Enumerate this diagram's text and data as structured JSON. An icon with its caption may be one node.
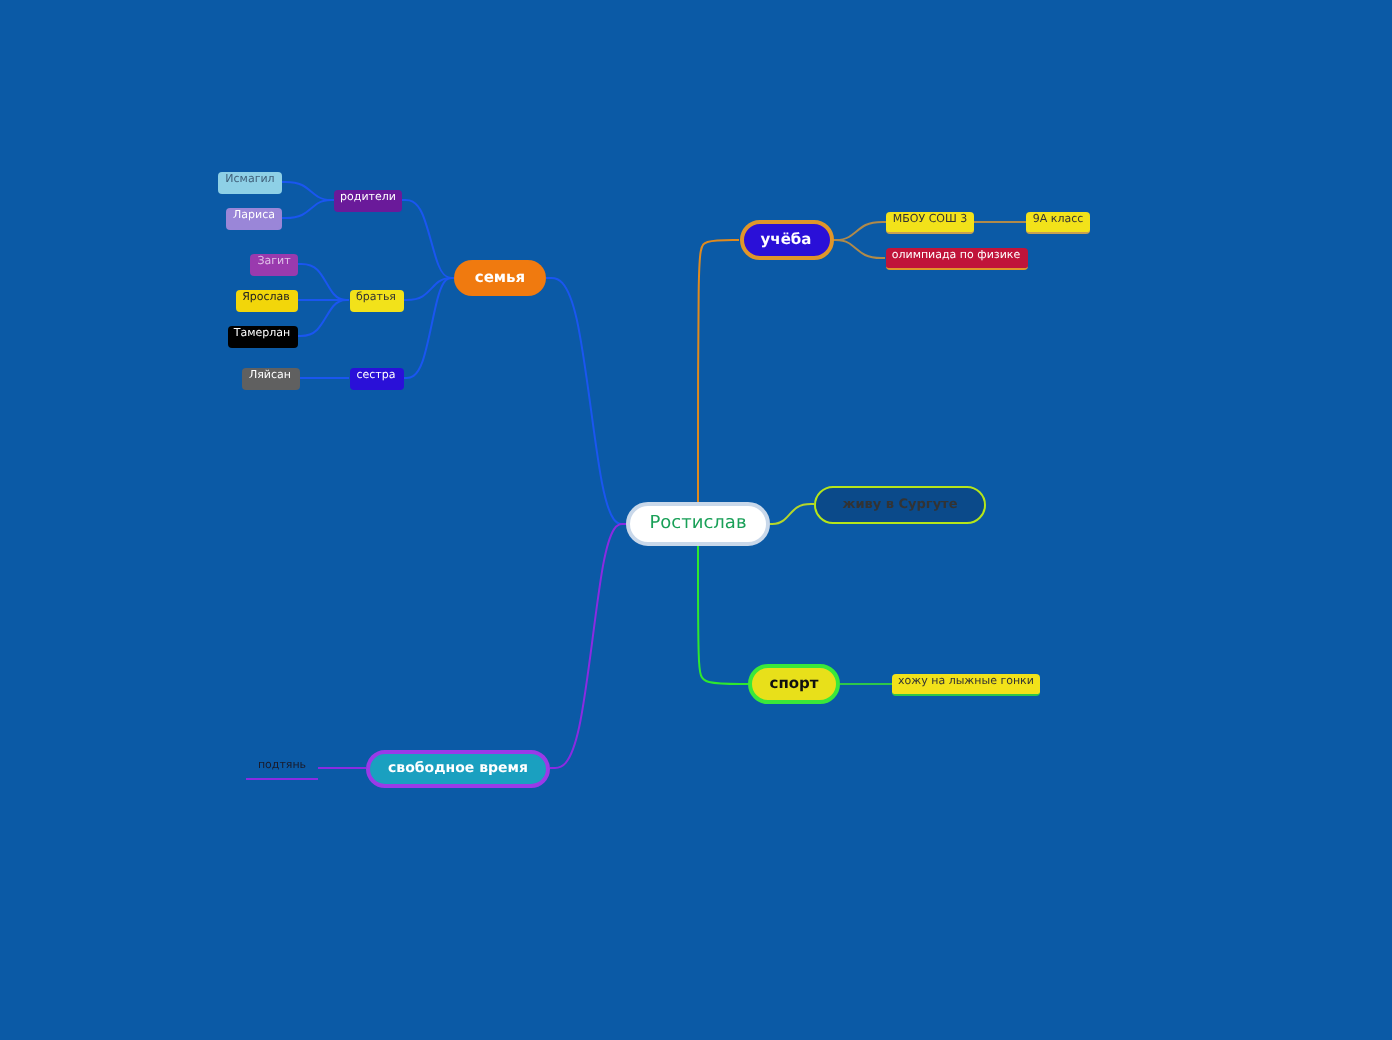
{
  "diagram": {
    "nodes": [
      {
        "text": [
          "Ростислав"
        ]
      },
      {
        "text": [
          "семья"
        ]
      },
      {
        "text": [
          "родители"
        ]
      },
      {
        "text": [
          "Исмагил"
        ]
      },
      {
        "text": [
          "Лариса"
        ]
      },
      {
        "text": [
          "братья"
        ]
      },
      {
        "text": [
          "Загит"
        ]
      },
      {
        "text": [
          "Ярослав"
        ]
      },
      {
        "text": [
          "Тамерлан"
        ]
      },
      {
        "text": [
          "сестра"
        ]
      },
      {
        "text": [
          "Ляйсан"
        ]
      },
      {
        "text": [
          "учёба"
        ]
      },
      {
        "text": [
          "МБОУ СОШ 3"
        ]
      },
      {
        "text": [
          "9А класс"
        ]
      },
      {
        "text": [
          "олимпиада по физике"
        ]
      },
      {
        "text": [
          "живу в Сургуте"
        ]
      },
      {
        "text": [
          "спорт"
        ]
      },
      {
        "text": [
          "хожу на лыжные гонки"
        ]
      },
      {
        "text": [
          "свободное время"
        ]
      },
      {
        "text": [
          "подтянь"
        ]
      }
    ],
    "edges": [
      {
        "from": 0,
        "to": 1,
        "arrow": "none"
      },
      {
        "from": 1,
        "to": 2,
        "arrow": "none"
      },
      {
        "from": 2,
        "to": 3,
        "arrow": "none"
      },
      {
        "from": 2,
        "to": 4,
        "arrow": "none"
      },
      {
        "from": 1,
        "to": 5,
        "arrow": "none"
      },
      {
        "from": 5,
        "to": 6,
        "arrow": "none"
      },
      {
        "from": 5,
        "to": 7,
        "arrow": "none"
      },
      {
        "from": 5,
        "to": 8,
        "arrow": "none"
      },
      {
        "from": 1,
        "to": 9,
        "arrow": "none"
      },
      {
        "from": 9,
        "to": 10,
        "arrow": "none"
      },
      {
        "from": 0,
        "to": 11,
        "arrow": "none",
        "color": "#e08a1e"
      },
      {
        "from": 11,
        "to": 12,
        "arrow": "none",
        "color": "#b08a4a"
      },
      {
        "from": 12,
        "to": 13,
        "arrow": "none",
        "color": "#b08a4a"
      },
      {
        "from": 11,
        "to": 14,
        "arrow": "none",
        "color": "#b08a4a"
      },
      {
        "from": 0,
        "to": 15,
        "arrow": "none",
        "color": "#b5d62a"
      },
      {
        "from": 0,
        "to": 16,
        "arrow": "none",
        "color": "#2ee82e"
      },
      {
        "from": 16,
        "to": 17,
        "arrow": "none",
        "color": "#2ec84a"
      },
      {
        "from": 0,
        "to": 18,
        "arrow": "none",
        "color": "#8a2be2"
      },
      {
        "from": 18,
        "to": 19,
        "arrow": "none",
        "color": "#8a2be2"
      }
    ]
  }
}
